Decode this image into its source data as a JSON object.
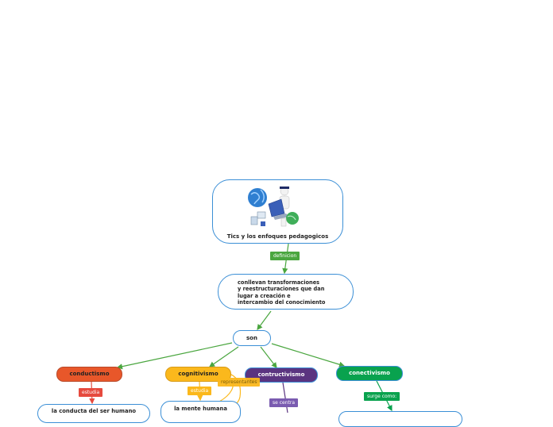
{
  "root": {
    "title": "Tics y los enfoques pedagogicos",
    "image_icon": "globe-computer-graduate-illustration"
  },
  "definition": {
    "label": "definicion",
    "lines": [
      "conllevan transformaciones",
      "y reestructuraciones que dan",
      "lugar a creación e",
      "intercambio del conocimiento"
    ]
  },
  "son": {
    "label": "son"
  },
  "branches": {
    "conductismo": {
      "label": "conductismo",
      "link_label": "estudia",
      "child": "la conducta del ser humano"
    },
    "cognitivismo": {
      "label": "cognitivismo",
      "link_label": "estudia",
      "link_label2": "representantes",
      "child": "la mente humana"
    },
    "contructivismo": {
      "label": "contructivismo",
      "link_label": "se centra"
    },
    "conectivismo": {
      "label": "conectivismo",
      "link_label": "surge como:"
    }
  },
  "colors": {
    "border_blue": "#3b8fd6",
    "definition_green": "#4aa63f",
    "conductismo": "#e8572a",
    "cognitivismo": "#fbb81c",
    "contructivismo": "#5b3480",
    "conectivismo": "#09a24e"
  }
}
